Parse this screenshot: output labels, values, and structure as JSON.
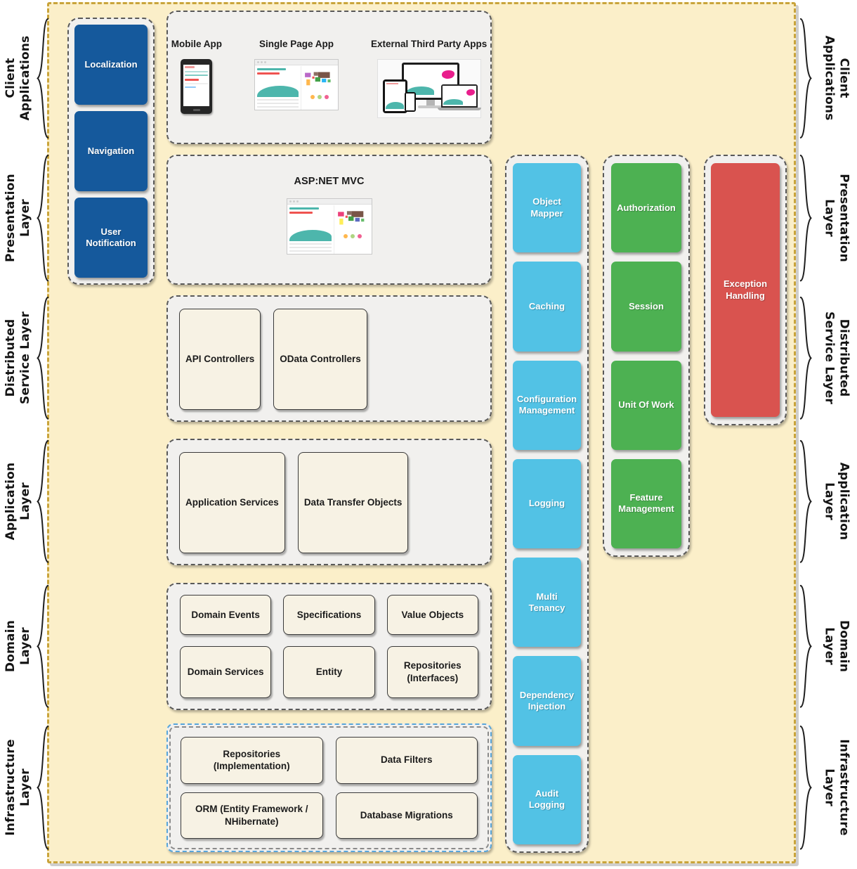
{
  "side_labels": [
    {
      "line1": "Client",
      "line2": "Applications"
    },
    {
      "line1": "Presentation",
      "line2": "Layer"
    },
    {
      "line1": "Distributed",
      "line2": "Service Layer"
    },
    {
      "line1": "Application",
      "line2": "Layer"
    },
    {
      "line1": "Domain",
      "line2": "Layer"
    },
    {
      "line1": "Infrastructure",
      "line2": "Layer"
    }
  ],
  "presentation_modules": {
    "boxes": [
      "Localization",
      "Navigation",
      "User Notification"
    ]
  },
  "client_apps": {
    "apps": [
      "Mobile App",
      "Single Page App",
      "External Third Party Apps"
    ]
  },
  "presentation_layer": {
    "title": "ASP:NET MVC"
  },
  "distributed_service_layer": {
    "boxes": [
      "API Controllers",
      "OData Controllers"
    ]
  },
  "application_layer": {
    "boxes": [
      "Application Services",
      "Data Transfer Objects"
    ]
  },
  "domain_layer": {
    "boxes": [
      "Domain Events",
      "Specifications",
      "Value Objects",
      "Domain Services",
      "Entity",
      "Repositories (Interfaces)"
    ]
  },
  "infrastructure_layer": {
    "boxes": [
      "Repositories (Implementation)",
      "Data Filters",
      "ORM (Entity Framework / NHibernate)",
      "Database Migrations"
    ]
  },
  "cross_cutting": {
    "boxes": [
      "Object Mapper",
      "Caching",
      "Configuration Management",
      "Logging",
      "Multi Tenancy",
      "Dependency Injection",
      "Audit Logging"
    ]
  },
  "security": {
    "boxes": [
      "Authorization",
      "Session",
      "Unit Of Work",
      "Feature Management"
    ]
  },
  "exception": {
    "boxes": [
      "Exception Handling"
    ]
  },
  "colors": {
    "module_blue": "#15599C",
    "cross_cutting_cyan": "#52C2E5",
    "security_green": "#4DB152",
    "exception_red": "#D9534F",
    "box_beige": "#F7F2E4",
    "board_cream": "#FBEFC9",
    "board_border_gold": "#C9A43B",
    "container_fill": "#F1F0EE",
    "infrastructure_border_blue": "#58A6DC"
  }
}
